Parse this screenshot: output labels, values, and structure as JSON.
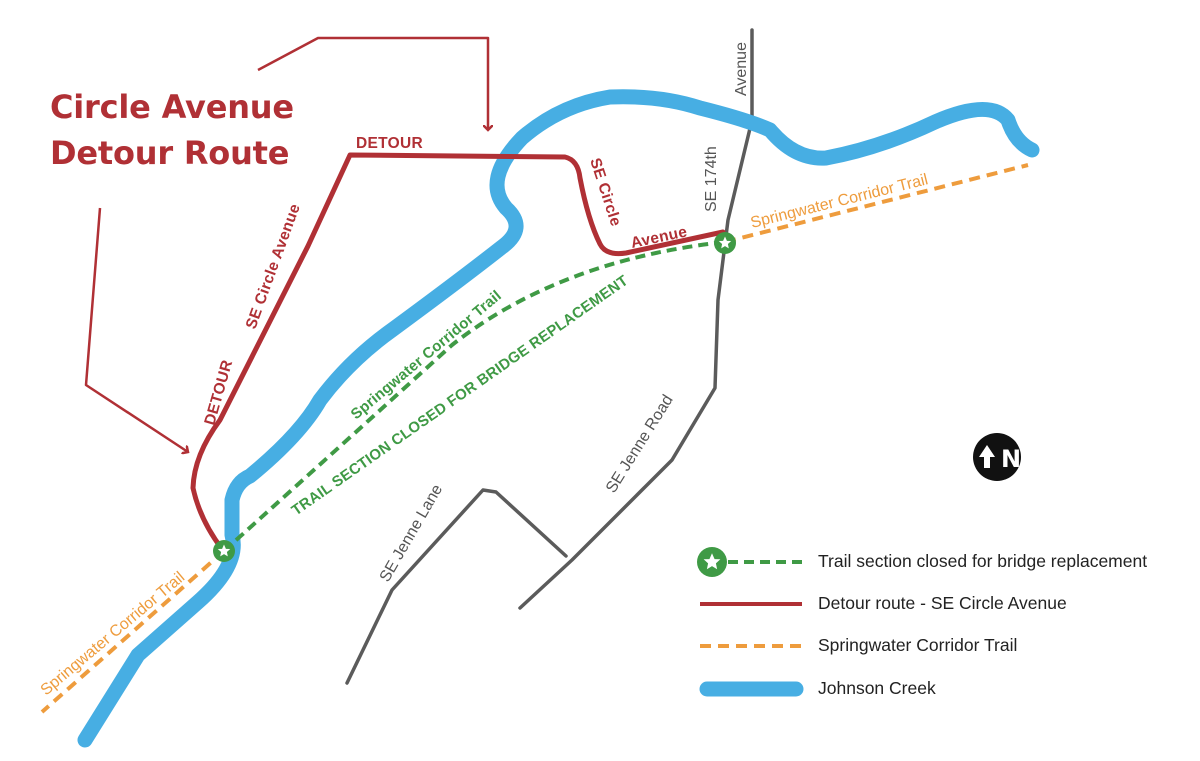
{
  "colors": {
    "creek": "#47aee3",
    "detour": "#b03035",
    "trail": "#ee9c3d",
    "closed": "#3f9a45",
    "road": "#5b5b5b",
    "north_badge": "#111111"
  },
  "map": {
    "title_line1": "Circle Avenue",
    "title_line2": "Detour Route",
    "labels": {
      "detour_top": "DETOUR",
      "detour_left": "DETOUR",
      "se_circle_avenue": "SE Circle Avenue",
      "se_circle": "SE Circle",
      "avenue_detour": "Avenue",
      "se_174th": "SE 174th",
      "avenue_174th": "Avenue",
      "springwater_east": "Springwater Corridor Trail",
      "springwater_west": "Springwater Corridor Trail",
      "closed_line1": "Springwater Corridor Trail",
      "closed_line2": "TRAIL SECTION CLOSED FOR BRIDGE REPLACEMENT",
      "se_jenne_road": "SE Jenne Road",
      "se_jenne_lane": "SE Jenne Lane"
    },
    "north_letter": "N",
    "north_icon": "north-arrow-icon",
    "closed_marker_icon": "star-icon"
  },
  "legend": {
    "items": [
      {
        "label": "Trail section closed for bridge replacement",
        "icon": "star-icon"
      },
      {
        "label": "Detour route - SE Circle Avenue"
      },
      {
        "label": "Springwater Corridor Trail"
      },
      {
        "label": "Johnson Creek"
      }
    ]
  }
}
